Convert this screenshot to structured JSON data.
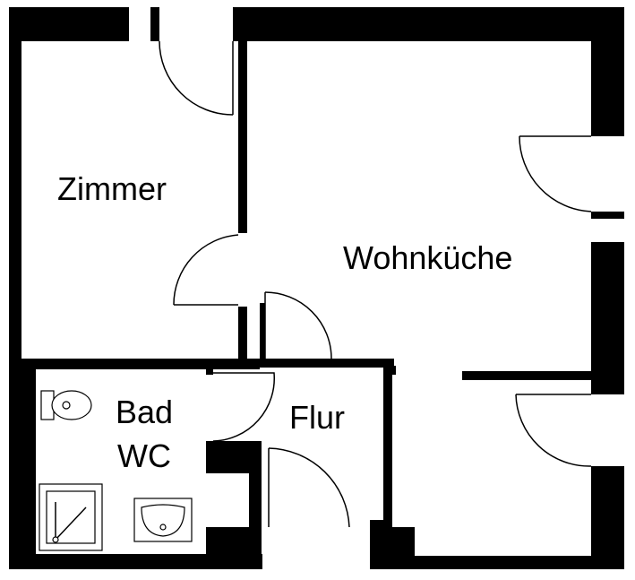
{
  "rooms": {
    "zimmer": "Zimmer",
    "wohnkueche": "Wohnküche",
    "bad_line1": "Bad",
    "bad_line2": "WC",
    "flur": "Flur"
  },
  "colors": {
    "walls": "#000000",
    "background": "#ffffff"
  }
}
